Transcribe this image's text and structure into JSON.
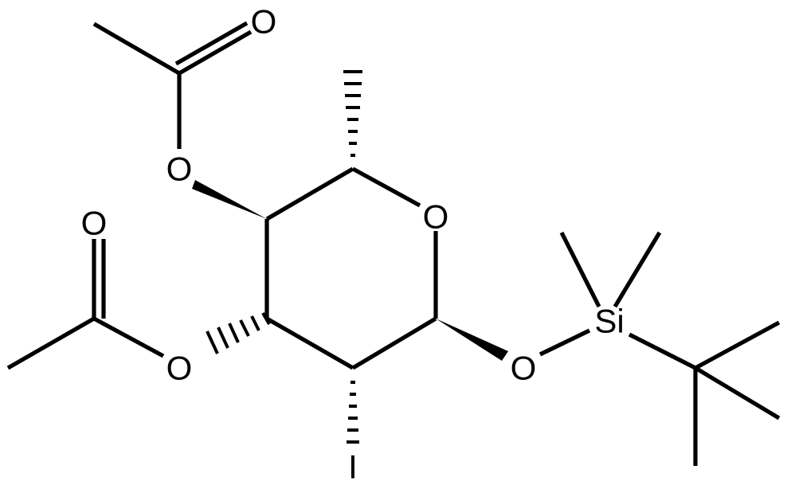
{
  "structure": {
    "atom_labels": {
      "o_ring": "O",
      "o_acetyl1_carbonyl": "O",
      "o_ester1": "O",
      "o_acetyl2_carbonyl": "O",
      "o_ester2": "O",
      "o_silyl_ether": "O",
      "si": "Si",
      "iodine": "I"
    }
  }
}
